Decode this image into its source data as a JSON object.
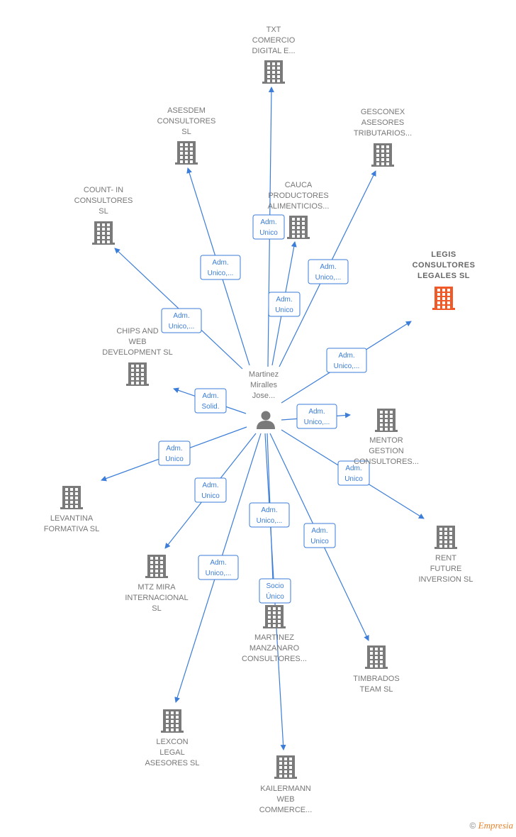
{
  "colors": {
    "edge": "#3b7dd8",
    "building": "#7a7a7a",
    "highlight": "#f05a28",
    "person": "#7a7a7a"
  },
  "center": {
    "name": "center-person",
    "lines": [
      "Martinez",
      "Miralles",
      "Jose..."
    ]
  },
  "nodes": [
    {
      "id": "txt",
      "lines": [
        "TXT",
        "COMERCIO",
        "DIGITAL E..."
      ],
      "highlight": false
    },
    {
      "id": "asesdem",
      "lines": [
        "ASESDEM",
        "CONSULTORES",
        "SL"
      ],
      "highlight": false
    },
    {
      "id": "gesconex",
      "lines": [
        "GESCONEX",
        "ASESORES",
        "TRIBUTARIOS..."
      ],
      "highlight": false
    },
    {
      "id": "cauca",
      "lines": [
        "CAUCA",
        "PRODUCTORES",
        "ALIMENTICIOS..."
      ],
      "highlight": false
    },
    {
      "id": "countin",
      "lines": [
        "COUNT- IN",
        "CONSULTORES",
        "SL"
      ],
      "highlight": false
    },
    {
      "id": "legis",
      "lines": [
        "LEGIS",
        "CONSULTORES",
        "LEGALES  SL"
      ],
      "highlight": true
    },
    {
      "id": "chips",
      "lines": [
        "CHIPS AND",
        "WEB",
        "DEVELOPMENT SL"
      ],
      "highlight": false
    },
    {
      "id": "mentor",
      "lines": [
        "MENTOR",
        "GESTION",
        "CONSULTORES..."
      ],
      "highlight": false
    },
    {
      "id": "levantina",
      "lines": [
        "LEVANTINA",
        "FORMATIVA  SL"
      ],
      "highlight": false
    },
    {
      "id": "rent",
      "lines": [
        "RENT",
        "FUTURE",
        "INVERSION  SL"
      ],
      "highlight": false
    },
    {
      "id": "mtz",
      "lines": [
        "MTZ MIRA",
        "INTERNACIONAL",
        "SL"
      ],
      "highlight": false
    },
    {
      "id": "martinez",
      "lines": [
        "MARTINEZ",
        "MANZANARO",
        "CONSULTORES..."
      ],
      "highlight": false
    },
    {
      "id": "timbrados",
      "lines": [
        "TIMBRADOS",
        "TEAM  SL"
      ],
      "highlight": false
    },
    {
      "id": "lexcon",
      "lines": [
        "LEXCON",
        "LEGAL",
        "ASESORES  SL"
      ],
      "highlight": false
    },
    {
      "id": "kailermann",
      "lines": [
        "KAILERMANN",
        "WEB",
        "COMMERCE..."
      ],
      "highlight": false
    }
  ],
  "relations": [
    {
      "to": "txt",
      "lines": [
        "Adm.",
        "Unico"
      ]
    },
    {
      "to": "asesdem",
      "lines": [
        "Adm.",
        "Unico,..."
      ]
    },
    {
      "to": "gesconex",
      "lines": [
        "Adm.",
        "Unico,..."
      ]
    },
    {
      "to": "cauca",
      "lines": [
        "Adm.",
        "Unico"
      ]
    },
    {
      "to": "countin",
      "lines": [
        "Adm.",
        "Unico,..."
      ]
    },
    {
      "to": "legis",
      "lines": [
        "Adm.",
        "Unico,..."
      ]
    },
    {
      "to": "chips",
      "lines": [
        "Adm.",
        "Solid."
      ]
    },
    {
      "to": "mentor",
      "lines": [
        "Adm.",
        "Unico,..."
      ]
    },
    {
      "to": "levantina",
      "lines": [
        "Adm.",
        "Unico"
      ]
    },
    {
      "to": "rent",
      "lines": [
        "Adm.",
        "Unico"
      ]
    },
    {
      "to": "mtz",
      "lines": [
        "Adm.",
        "Unico"
      ]
    },
    {
      "to": "martinez",
      "lines": [
        "Adm.",
        "Unico,..."
      ]
    },
    {
      "to": "martinez",
      "lines": [
        "Socio",
        "Único"
      ]
    },
    {
      "to": "timbrados",
      "lines": [
        "Adm.",
        "Unico"
      ]
    },
    {
      "to": "lexcon",
      "lines": [
        "Adm.",
        "Unico,..."
      ]
    },
    {
      "to": "kailermann",
      "lines": [
        "Adm.",
        "Unico,..."
      ]
    }
  ],
  "footer": {
    "copyright": "©",
    "brand": "Empresia"
  }
}
